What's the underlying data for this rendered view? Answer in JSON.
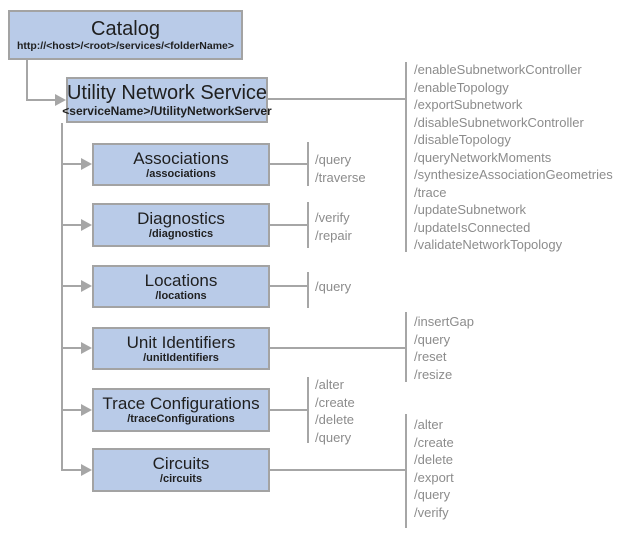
{
  "catalog": {
    "title": "Catalog",
    "subtitle": "http://<host>/<root>/services/<folderName>"
  },
  "service": {
    "title": "Utility Network Service",
    "subtitle": "<serviceName>/UtilityNetworkServer",
    "operations": [
      "/enableSubnetworkController",
      "/enableTopology",
      "/exportSubnetwork",
      "/disableSubnetworkController",
      "/disableTopology",
      "/queryNetworkMoments",
      "/synthesizeAssociationGeometries",
      "/trace",
      "/updateSubnetwork",
      "/updateIsConnected",
      "/validateNetworkTopology"
    ]
  },
  "resources": [
    {
      "title": "Associations",
      "subtitle": "/associations",
      "operations": [
        "/query",
        "/traverse"
      ]
    },
    {
      "title": "Diagnostics",
      "subtitle": "/diagnostics",
      "operations": [
        "/verify",
        "/repair"
      ]
    },
    {
      "title": "Locations",
      "subtitle": "/locations",
      "operations": [
        "/query"
      ]
    },
    {
      "title": "Unit Identifiers",
      "subtitle": "/unitIdentifiers",
      "operations": [
        "/insertGap",
        "/query",
        "/reset",
        "/resize"
      ]
    },
    {
      "title": "Trace Configurations",
      "subtitle": "/traceConfigurations",
      "operations": [
        "/alter",
        "/create",
        "/delete",
        "/query"
      ]
    },
    {
      "title": "Circuits",
      "subtitle": "/circuits",
      "operations": [
        "/alter",
        "/create",
        "/delete",
        "/export",
        "/query",
        "/verify"
      ]
    }
  ],
  "colors": {
    "box_fill": "#b9cbe8",
    "box_border": "#a3a3a3",
    "connector": "#a6a6a6",
    "operation_text": "#8c8c8c"
  }
}
